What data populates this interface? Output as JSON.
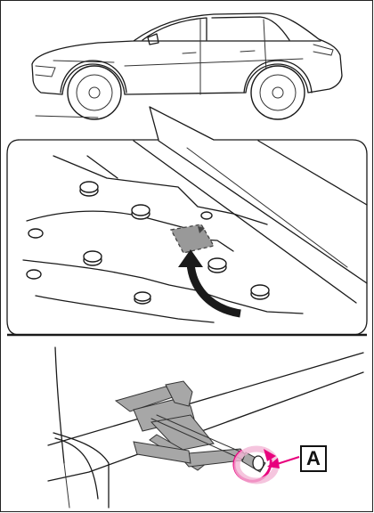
{
  "callout": {
    "label": "A"
  },
  "colors": {
    "accent": "#e8007d",
    "ghost_square": "#999999",
    "jack_metal": "#a7a7a7",
    "line": "#1a1a1a"
  },
  "icons": [
    "vehicle-side-view",
    "jack-storage-location",
    "scissor-jack",
    "rotation-arrow",
    "callout-arrow"
  ]
}
